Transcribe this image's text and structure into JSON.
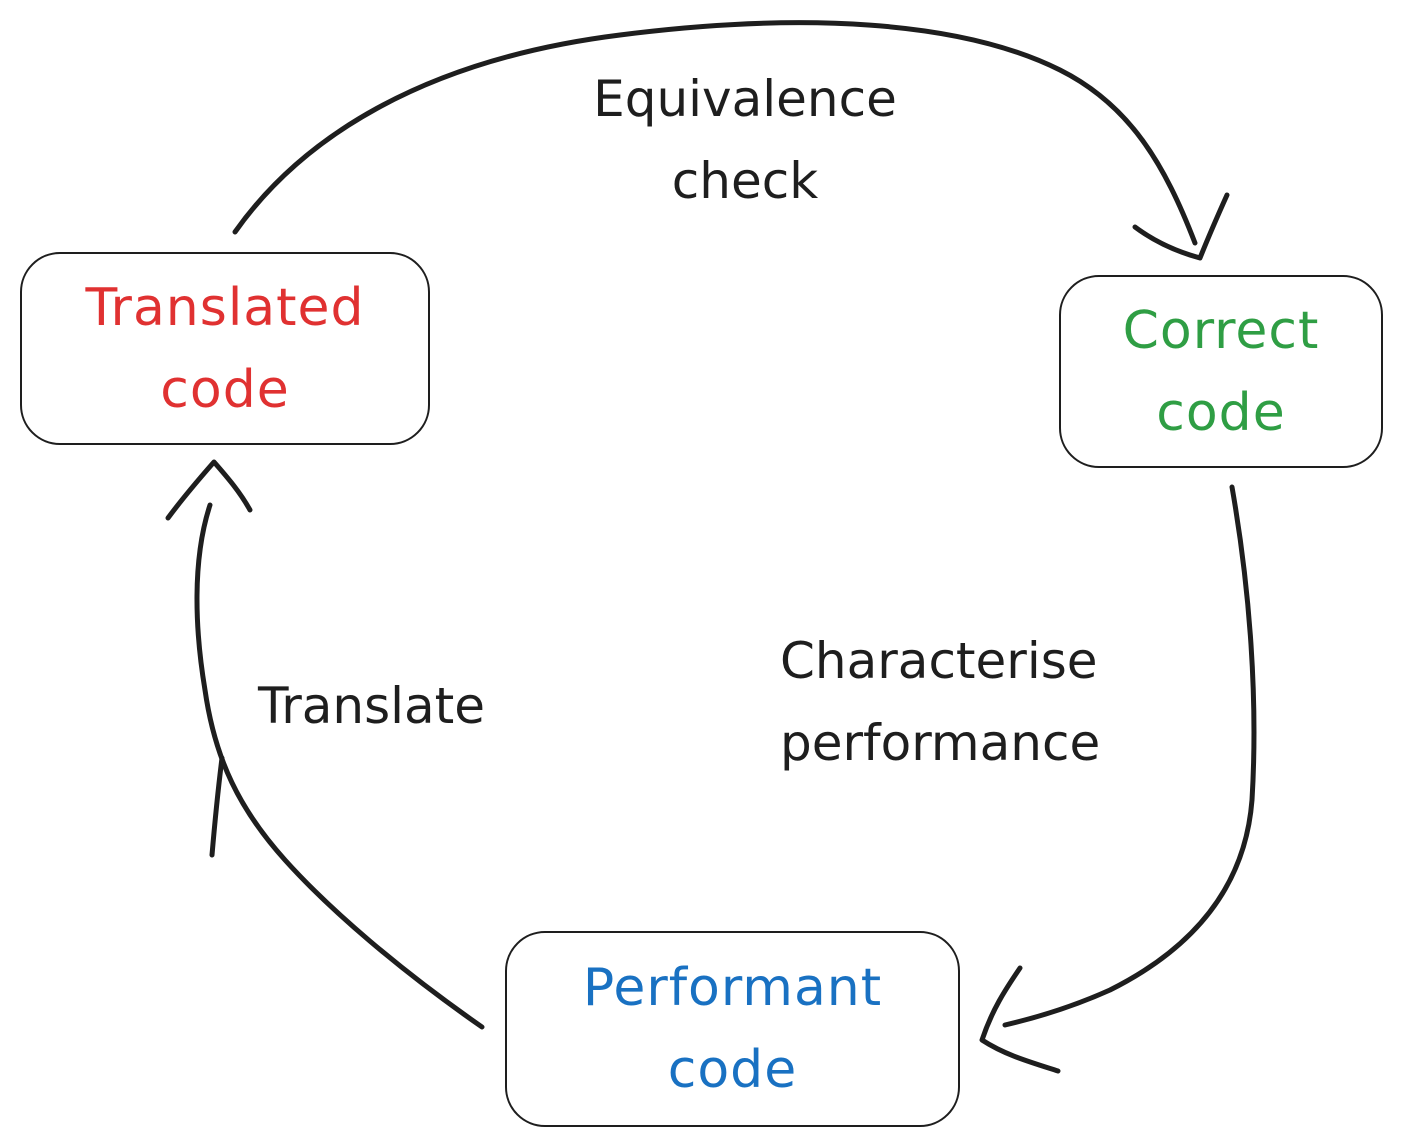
{
  "diagram": {
    "nodes": [
      {
        "id": "translated",
        "label": "Translated\ncode",
        "color": "#e03131"
      },
      {
        "id": "correct",
        "label": "Correct\ncode",
        "color": "#2f9e44"
      },
      {
        "id": "performant",
        "label": "Performant\ncode",
        "color": "#1971c2"
      }
    ],
    "edges": [
      {
        "from": "translated",
        "to": "correct",
        "label": "Equivalence\ncheck"
      },
      {
        "from": "correct",
        "to": "performant",
        "label": "Characterise\nperformance"
      },
      {
        "from": "performant",
        "to": "translated",
        "label": "Translate"
      }
    ],
    "stroke_color": "#1e1e1e"
  }
}
